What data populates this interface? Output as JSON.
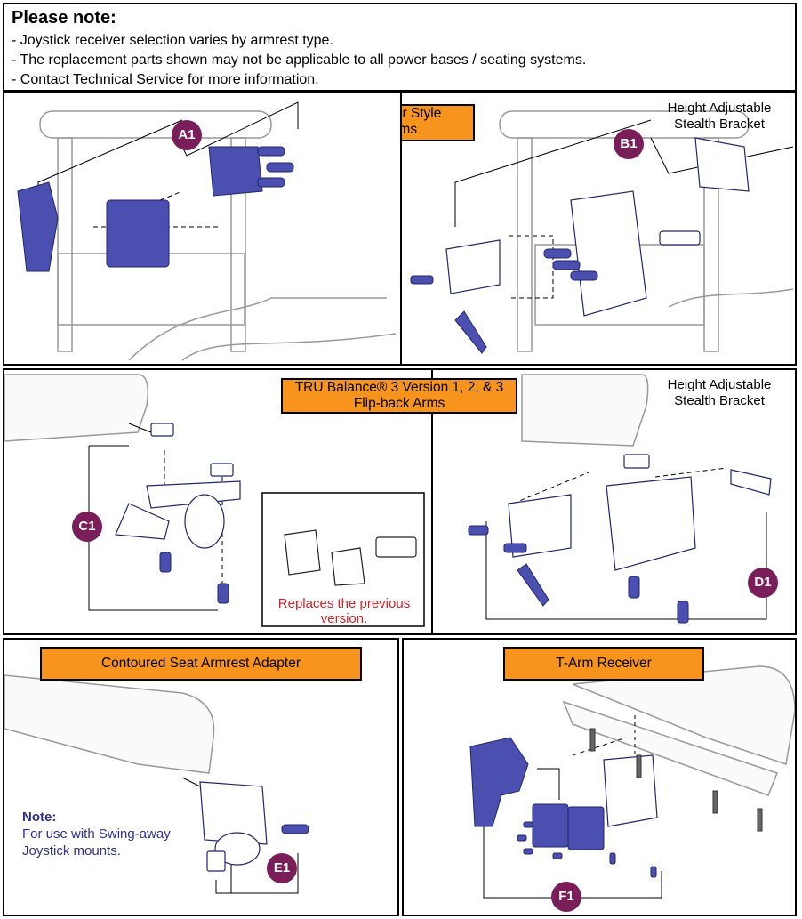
{
  "note": {
    "title": "Please note:",
    "lines": [
      "- Joystick receiver selection varies by armrest type.",
      "- The replacement parts shown may not be applicable to all power bases / seating systems.",
      "- Contact Technical Service for more information."
    ]
  },
  "sections": {
    "tubular": {
      "banner_line1": "Tubular Style",
      "banner_line2": "Arms",
      "right_label_line1": "Height Adjustable",
      "right_label_line2": "Stealth Bracket",
      "callout_left": "A1",
      "callout_right": "B1"
    },
    "tru": {
      "banner_line1": "TRU Balance® 3 Version 1, 2, & 3",
      "banner_line2": "Flip-back Arms",
      "right_label_line1": "Height Adjustable",
      "right_label_line2": "Stealth Bracket",
      "callout_left": "C1",
      "callout_right": "D1",
      "inset_text_line1": "Replaces the previous",
      "inset_text_line2": "version."
    },
    "contoured": {
      "banner": "Contoured Seat Armrest Adapter",
      "note_title": "Note:",
      "note_line1": "For use with Swing-away",
      "note_line2": "Joystick mounts.",
      "callout": "E1"
    },
    "tarm": {
      "banner": "T-Arm Receiver",
      "callout": "F1"
    }
  },
  "colors": {
    "banner": "#f7941d",
    "callout": "#7a1e5a",
    "part_blue": "#3b3f9e",
    "red_text": "#d2232a",
    "note_blue": "#2e3192"
  }
}
